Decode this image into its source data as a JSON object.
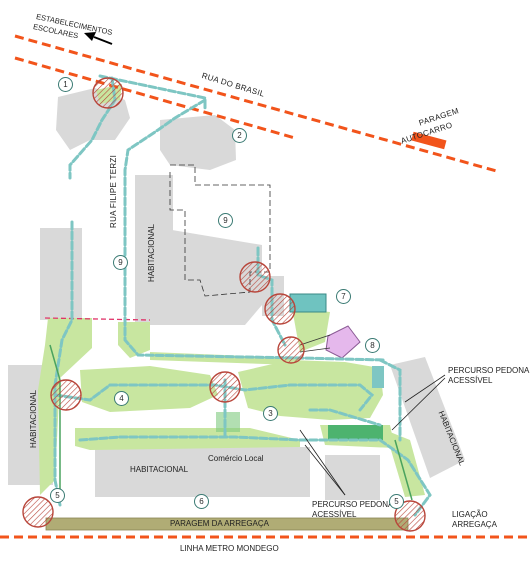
{
  "labels": {
    "estabelecimentos": "ESTABELECIMENTOS",
    "escolares": "ESCOLARES",
    "rua_do_brasil": "RUA DO BRASIL",
    "paragem": "PARAGEM",
    "autocarro": "AUTOCARRO",
    "rua_filipe_terzi": "RUA FILIPE TERZI",
    "habitacional_a": "HABITACIONAL",
    "habitacional_b": "HABITACIONAL",
    "habitacional_c": "HABITACIONAL",
    "habitacional_d": "HABITACIONAL",
    "comercio_local": "Comércio Local",
    "percurso_1": "PERCURSO PEDONAL\nACESSÍVEL",
    "percurso_2": "PERCURSO PEDONAL\nACESSÍVEL",
    "ligacao": "LIGAÇÃO\nARREGAÇA",
    "paragem_arregaca": "PARAGEM DA ARREGAÇA",
    "linha_metro": "LINHA METRO MONDEGO"
  },
  "markers": [
    "1",
    "2",
    "9",
    "9",
    "7",
    "8",
    "4",
    "3",
    "5",
    "6",
    "5"
  ],
  "colors": {
    "street_axis": "#f2541b",
    "path": "#7ec6c3",
    "green": "#c8e6a0",
    "building": "#d9d9d9",
    "marker_border": "#3a7a73",
    "conflict_circle": "#b8453a",
    "bus_stop": "#f2541b",
    "metro_platform": "#b0ac75",
    "teal_building": "#6fc3c0",
    "lilac_building": "#e5b8ec"
  }
}
